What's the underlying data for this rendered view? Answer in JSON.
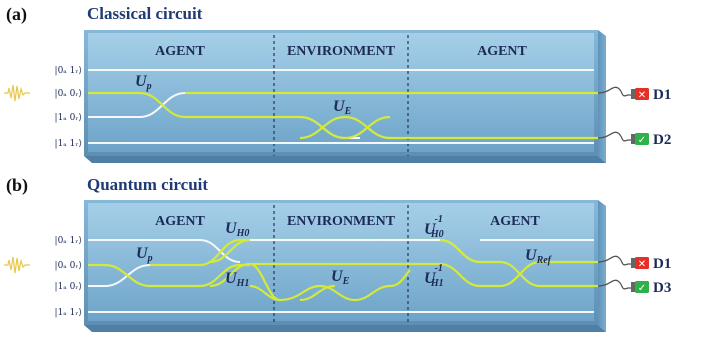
{
  "panels": [
    {
      "label": "(a)",
      "title": "Classical circuit",
      "sections": [
        "AGENT",
        "ENVIRONMENT",
        "AGENT"
      ],
      "kets": [
        "|0ₐ 1ᵣ⟩",
        "|0ₐ 0ᵣ⟩",
        "|1ₐ 0ᵣ⟩",
        "|1ₐ 1ᵣ⟩"
      ],
      "ops": [
        {
          "main": "U",
          "sub": "p"
        },
        {
          "main": "U",
          "sub": "E"
        }
      ],
      "detectors": [
        {
          "name": "D1",
          "status": "fail",
          "color": "#e53027"
        },
        {
          "name": "D2",
          "status": "success",
          "color": "#2eb14a"
        }
      ]
    },
    {
      "label": "(b)",
      "title": "Quantum circuit",
      "sections": [
        "AGENT",
        "ENVIRONMENT",
        "AGENT"
      ],
      "kets": [
        "|0ₐ 1ᵣ⟩",
        "|0ₐ 0ᵣ⟩",
        "|1ₐ 0ᵣ⟩",
        "|1ₐ 1ᵣ⟩"
      ],
      "ops": [
        {
          "main": "U",
          "sub": "p",
          "sup": ""
        },
        {
          "main": "U",
          "sub": "H0",
          "sup": ""
        },
        {
          "main": "U",
          "sub": "H1",
          "sup": ""
        },
        {
          "main": "U",
          "sub": "E",
          "sup": ""
        },
        {
          "main": "U",
          "sub": "H0",
          "sup": "-1"
        },
        {
          "main": "U",
          "sub": "H1",
          "sup": "-1"
        },
        {
          "main": "U",
          "sub": "Ref",
          "sup": ""
        }
      ],
      "detectors": [
        {
          "name": "D1",
          "status": "fail",
          "color": "#e53027"
        },
        {
          "name": "D3",
          "status": "success",
          "color": "#2eb14a"
        }
      ]
    }
  ]
}
